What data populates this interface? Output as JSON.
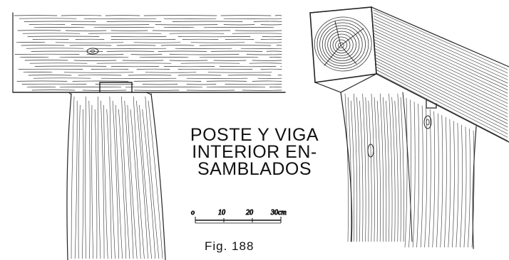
{
  "figure": {
    "title_lines": [
      "POSTE Y VIGA",
      "INTERIOR EN-",
      "SAMBLADOS"
    ],
    "caption": "Fig.  188",
    "scale_labels": [
      "o",
      "10",
      "20",
      "30cm"
    ]
  }
}
